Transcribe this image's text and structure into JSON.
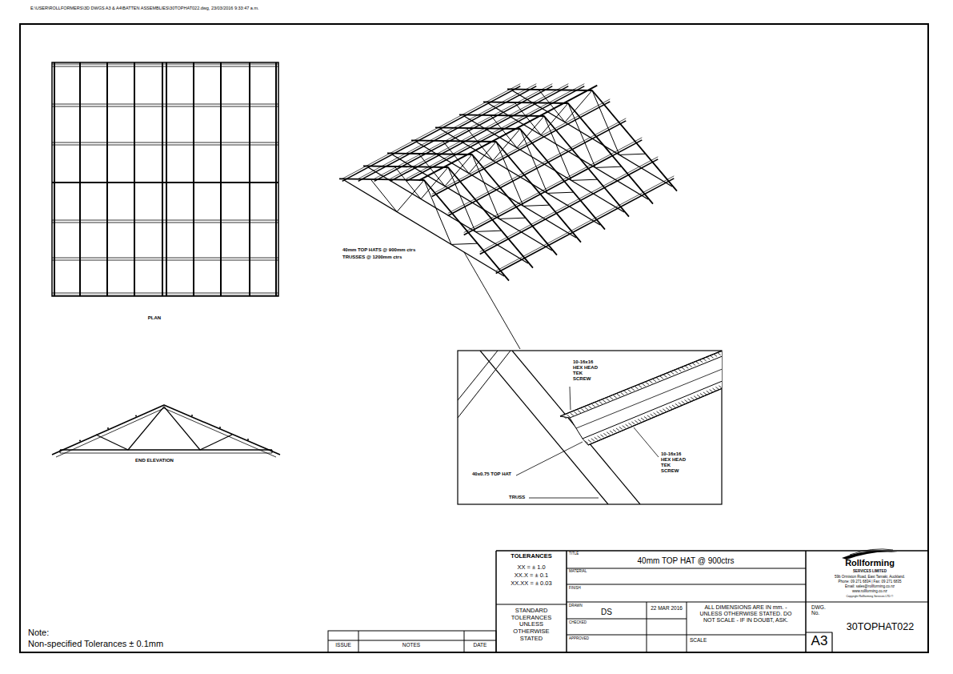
{
  "diagram": {
    "labels": [
      "E:\\USER\\ROLLFORMERS\\3D DWGS A3 & A4\\BATTEN ASSEMBLIES\\30TOPHAT022.dwg, 23/03/2016 9:33:47 a.m.",
      "PLAN",
      "END ELEVATION",
      "40mm TOP HATS @ 900mm ctrs",
      "TRUSSES @ 1200mm ctrs",
      "10-16x16 HEX HEAD TEK SCREW",
      "10-16x16 HEX HEAD TEK SCREW",
      "40x0.75 TOP HAT",
      "TRUSS",
      "TOLERANCES",
      "XX = ± 1.0",
      "XX.X = ± 0.1",
      "XX.XX = ± 0.03",
      "STANDARD TOLERANCES UNLESS OTHERWISE STATED",
      "TITLE",
      "40mm TOP HAT @ 900ctrs",
      "MATERIAL",
      "FINISH",
      "DRAWN",
      "DS",
      "22 MAR 2016",
      "ALL DIMENSIONS ARE IN mm. - UNLESS OTHERWISE STATED. DO NOT SCALE - IF IN DOUBT, ASK.",
      "CHECKED",
      "APPROVED",
      "SCALE",
      "Rollforming",
      "SERVICES LIMITED",
      "59b Ormiston Road, East Tamaki, Auckland.",
      "Phone: 09 271 6834 | Fax: 09 271 6835",
      "Email: sales@rollforming.co.nz",
      "www.rollforming.co.nz",
      "Copyright Rollforming Services LTD ©",
      "DWG. No.",
      "A3",
      "30TOPHAT022",
      "ISSUE",
      "NOTES",
      "DATE",
      "Note:",
      "Non-specified Tolerances ± 0.1mm"
    ]
  }
}
